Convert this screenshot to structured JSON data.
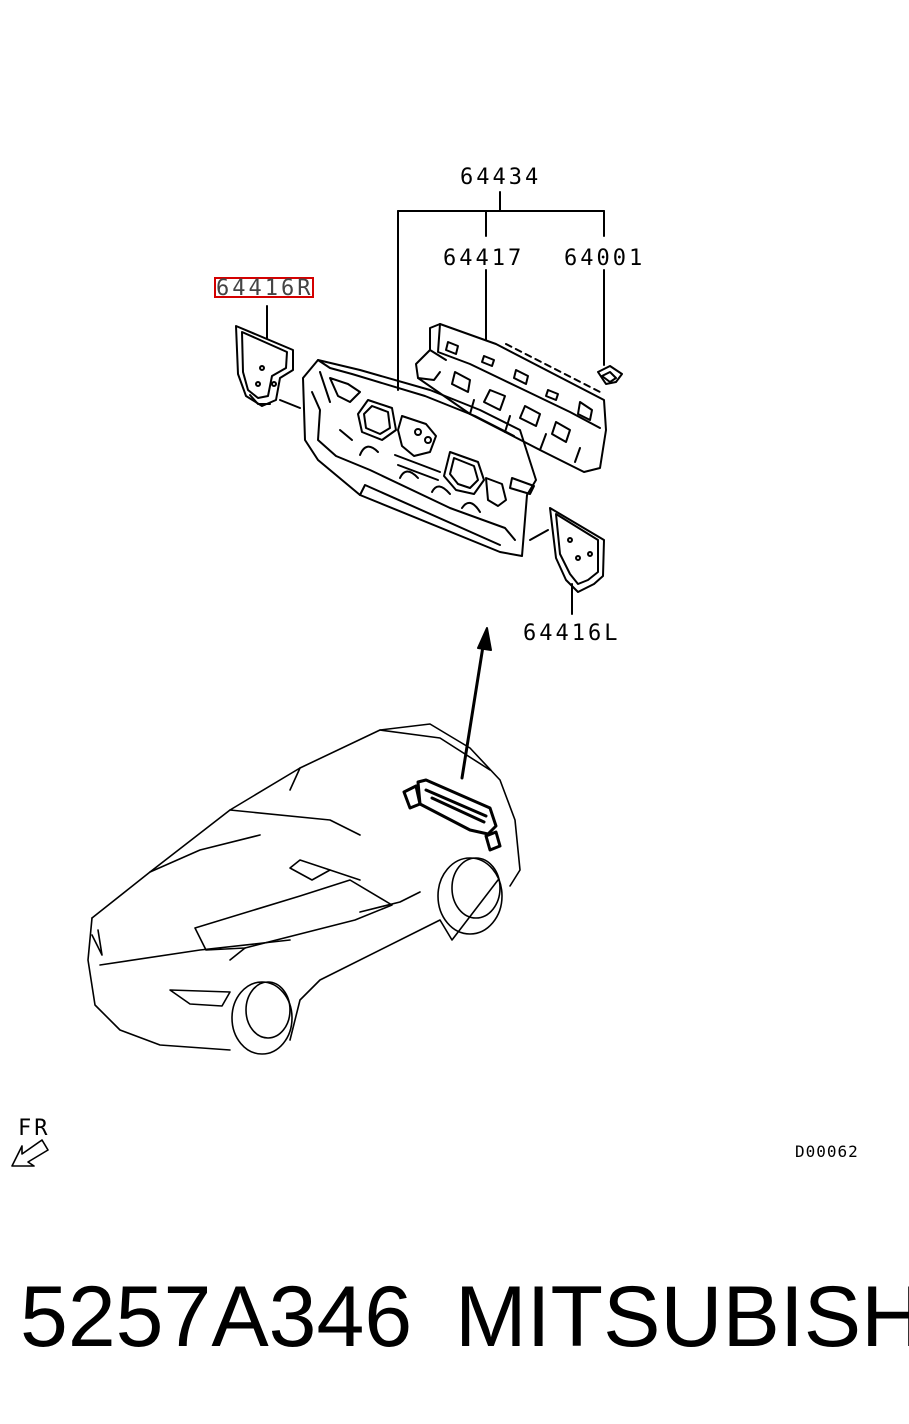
{
  "labels": {
    "part_64434": "64434",
    "part_64417": "64417",
    "part_64001": "64001",
    "part_64416r": "64416R",
    "part_64416l": "64416L",
    "front_indicator": "FR",
    "diagram_code": "D00062"
  },
  "highlight_color": "#d40000",
  "caption": {
    "part_number": "5257A346",
    "brand": "MITSUBISHI"
  }
}
